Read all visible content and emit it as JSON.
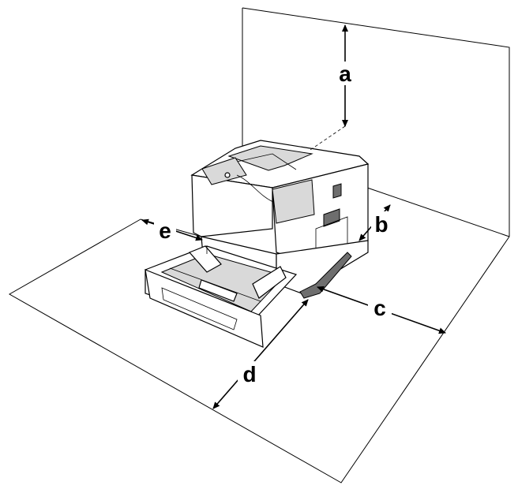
{
  "labels": {
    "a": "a",
    "b": "b",
    "c": "c",
    "d": "d",
    "e": "e"
  },
  "colors": {
    "line": "#000000",
    "body": "#ffffff",
    "shade": "#d9d9d9",
    "dark": "#6e6e6e"
  }
}
